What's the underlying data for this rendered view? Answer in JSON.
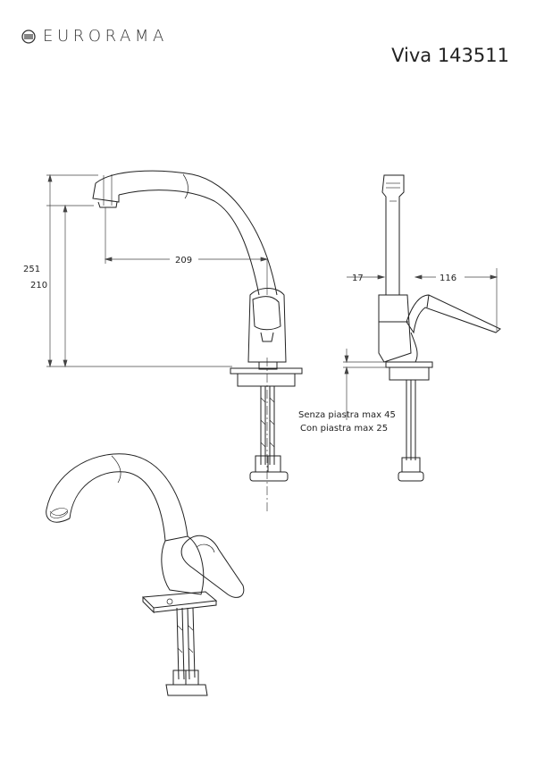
{
  "header": {
    "brand": "EURORAMA",
    "model": "Viva 143511"
  },
  "dimensions": {
    "height_total": "251",
    "height_spout": "210",
    "reach": "209",
    "side_offset": "17",
    "side_lever": "116"
  },
  "notes": {
    "without_plate": "Senza piastra max 45",
    "with_plate": "Con piastra max 25"
  },
  "colors": {
    "line": "#222222",
    "dim": "#444444"
  }
}
